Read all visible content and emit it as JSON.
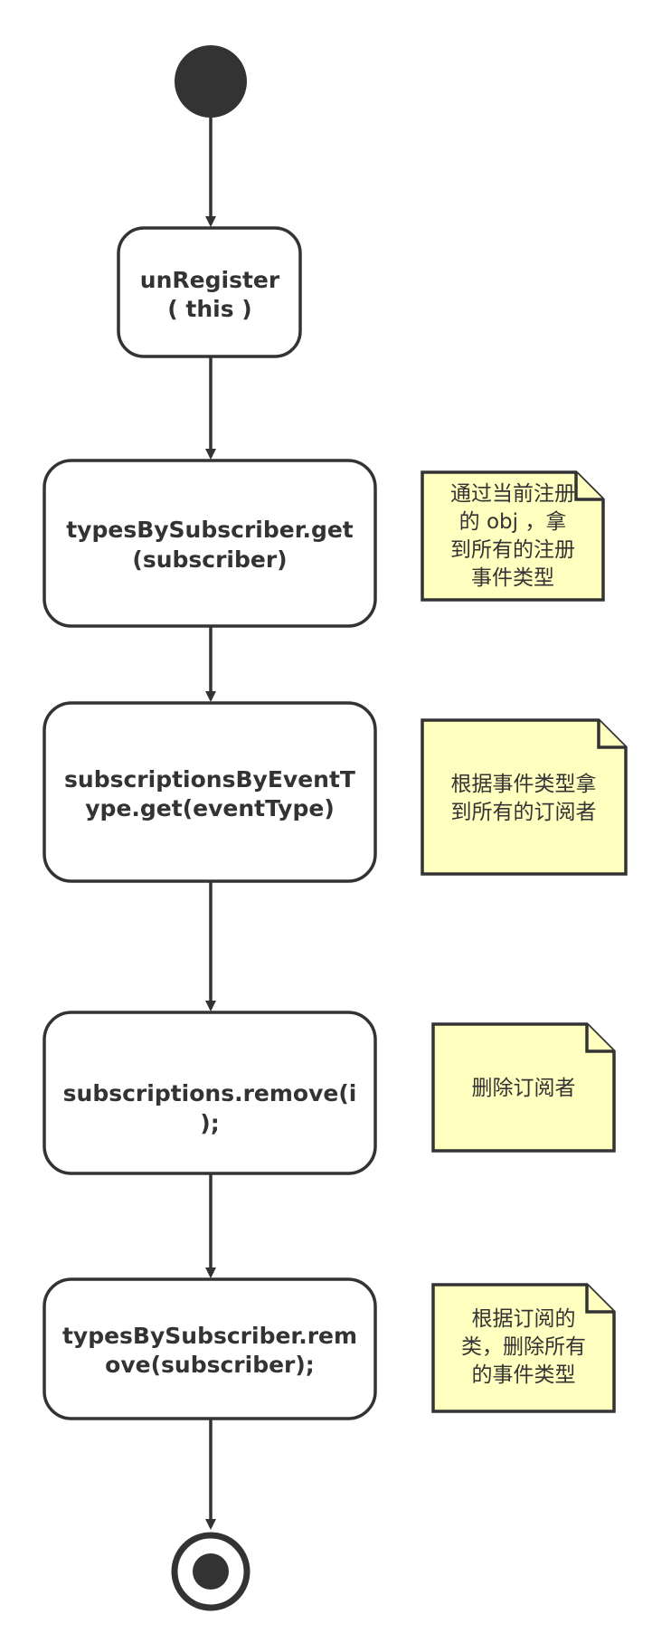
{
  "colors": {
    "stroke": "#333333",
    "node_fill": "#ffffff",
    "note_fill": "#ffffc0",
    "start_fill": "#333333"
  },
  "nodes": [
    {
      "id": "unregister",
      "lines": [
        "unRegister",
        "( this )"
      ]
    },
    {
      "id": "types-get",
      "lines": [
        "typesBySubscriber.get",
        "(subscriber)"
      ]
    },
    {
      "id": "subs-get",
      "lines": [
        "subscriptionsByEventT",
        "ype.get(eventType)"
      ]
    },
    {
      "id": "subs-remove",
      "lines": [
        "subscriptions.remove(i",
        ");"
      ]
    },
    {
      "id": "types-remove",
      "lines": [
        "typesBySubscriber.rem",
        "ove(subscriber);"
      ]
    }
  ],
  "notes": [
    {
      "id": "note-types-get",
      "lines": [
        "通过当前注册",
        "的 obj ，拿",
        "到所有的注册",
        "事件类型"
      ]
    },
    {
      "id": "note-subs-get",
      "lines": [
        "根据事件类型拿",
        "到所有的订阅者"
      ]
    },
    {
      "id": "note-subs-remove",
      "lines": [
        "删除订阅者"
      ]
    },
    {
      "id": "note-types-remove",
      "lines": [
        "根据订阅的",
        "类，删除所有",
        "的事件类型"
      ]
    }
  ]
}
